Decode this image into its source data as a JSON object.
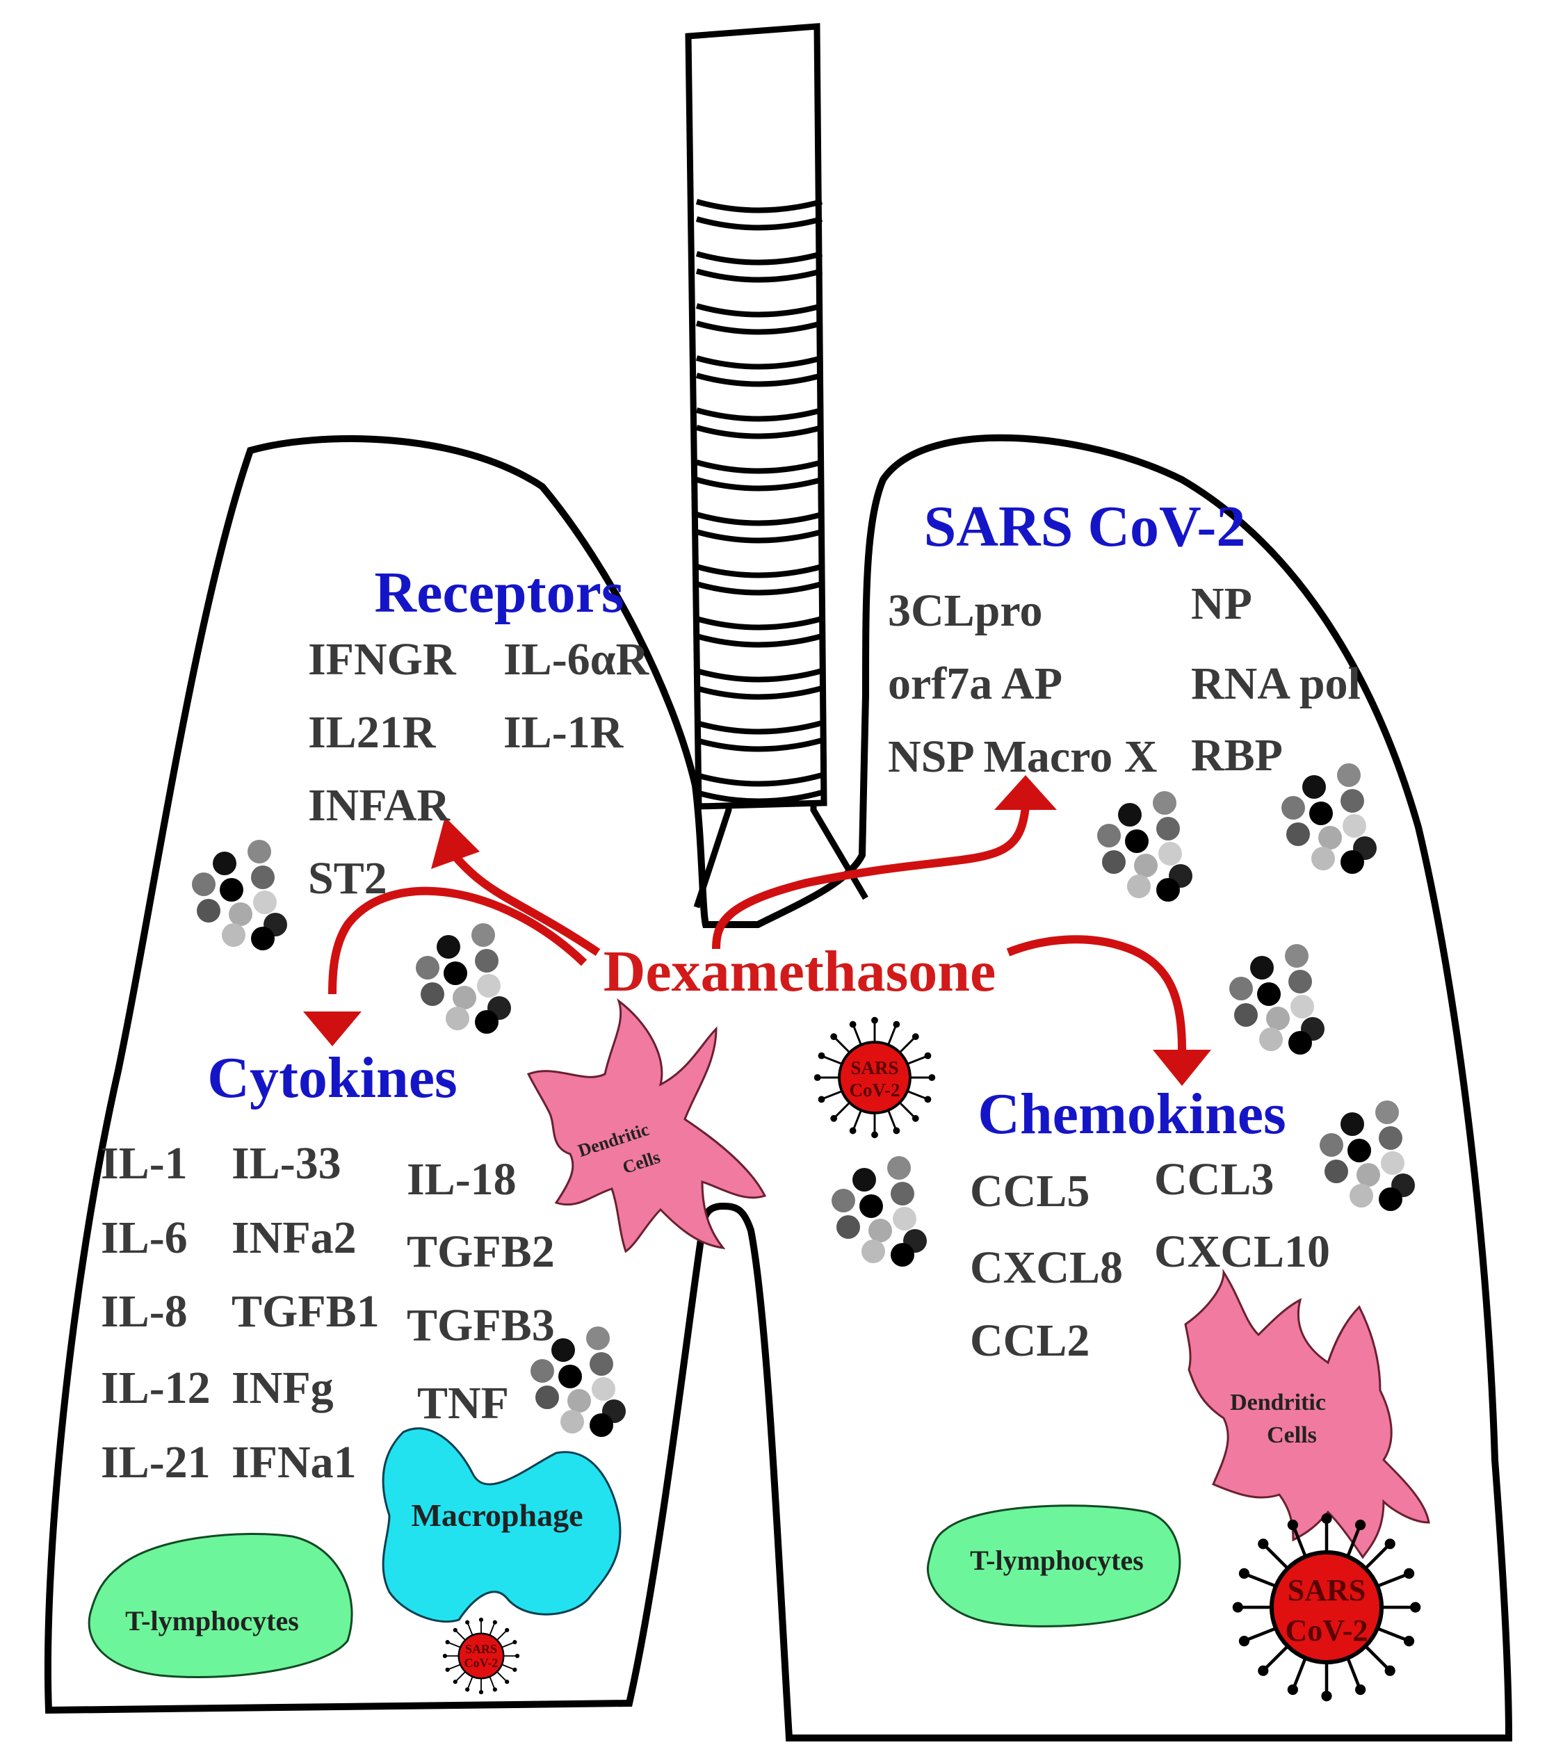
{
  "drug": "Dexamethasone",
  "receptors": {
    "title": "Receptors",
    "items": [
      "IFNGR",
      "IL-6αR",
      "IL21R",
      "IL-1R",
      "INFAR",
      "ST2"
    ]
  },
  "sars": {
    "title": "SARS CoV-2",
    "items": [
      "3CLpro",
      "NP",
      "orf7a AP",
      "RNA pol",
      "NSP Macro X",
      "RBP"
    ]
  },
  "cytokines": {
    "title": "Cytokines",
    "items": [
      "IL-1",
      "IL-33",
      "IL-6",
      "INFa2",
      "IL-8",
      "TGFB1",
      "IL-12",
      "INFg",
      "IL-21",
      "IFNa1",
      "IL-18",
      "TGFB2",
      "TGFB3",
      "TNF"
    ]
  },
  "chemokines": {
    "title": "Chemokines",
    "items": [
      "CCL5",
      "CCL3",
      "CXCL8",
      "CXCL10",
      "CCL2"
    ]
  },
  "cells": {
    "dendritic_line1": "Dendritic",
    "dendritic_line2": "Cells",
    "macrophage": "Macrophage",
    "t_lymphocytes": "T-lymphocytes",
    "virus_line1": "SARS",
    "virus_line2": "CoV-2"
  },
  "colors": {
    "heading": "#1515c8",
    "drug": "#d21a1a",
    "arrow": "#d01010",
    "virus": "#e01010",
    "dendritic": "#f07aa0",
    "macrophage": "#22e2f0",
    "t_cell": "#6cf59a",
    "outline": "#000000"
  }
}
